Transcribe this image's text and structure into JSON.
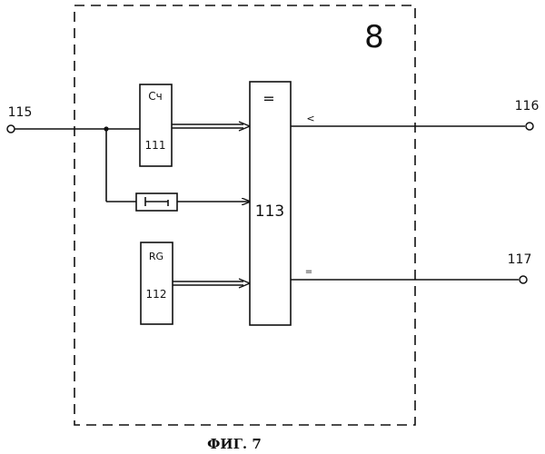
{
  "diagram": {
    "block_number": "8",
    "caption": "ФИГ. 7",
    "terminals": {
      "input": "115",
      "output_top": "116",
      "output_bottom": "117"
    },
    "counter": {
      "symbol": "Сч",
      "number": "111"
    },
    "register": {
      "symbol": "RG",
      "number": "112"
    },
    "comparator": {
      "symbol": "=",
      "number": "113"
    },
    "outputs": {
      "less_symbol": "<",
      "equal_symbol": "="
    }
  }
}
